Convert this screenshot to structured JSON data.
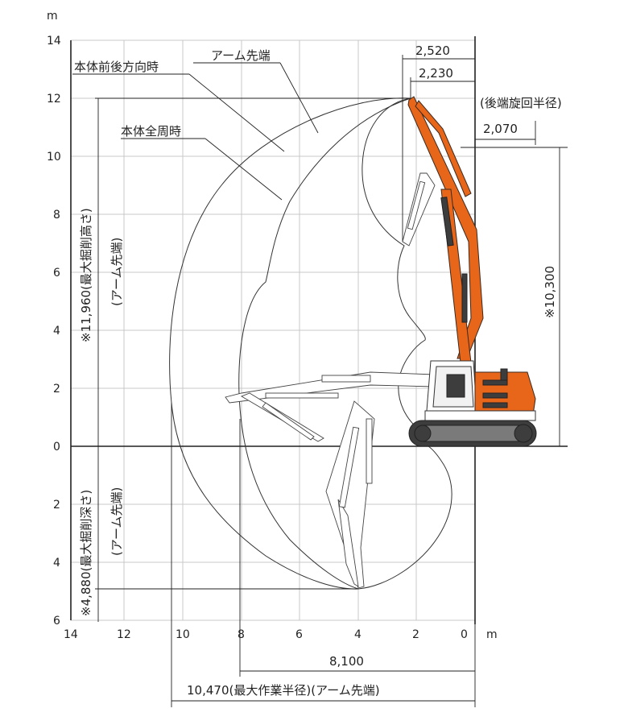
{
  "axes": {
    "unit": "m",
    "y_ticks": [
      "14",
      "12",
      "10",
      "8",
      "6",
      "4",
      "2",
      "0",
      "2",
      "4",
      "6"
    ],
    "x_ticks": [
      "14",
      "12",
      "10",
      "8",
      "6",
      "4",
      "2",
      "0"
    ]
  },
  "labels": {
    "arm_tip": "アーム先端",
    "body_front_rear": "本体前後方向時",
    "body_full_circle": "本体全周時",
    "rear_swing_radius": "(後端旋回半径)",
    "max_dig_height": "※11,960(最大掘削高さ)",
    "max_dig_height_note": "(アーム先端)",
    "max_dig_depth": "※4,880(最大掘削深さ)",
    "max_dig_depth_note": "(アーム先端)",
    "height_10300": "※10,300",
    "dim_2520": "2,520",
    "dim_2230": "2,230",
    "dim_2070": "2,070",
    "dim_8100": "8,100",
    "max_reach": "10,470(最大作業半径)(アーム先端)"
  },
  "colors": {
    "machine_orange": "#e8661a",
    "dark_parts": "#3d3d3d",
    "grid": "#c8c8c8"
  }
}
